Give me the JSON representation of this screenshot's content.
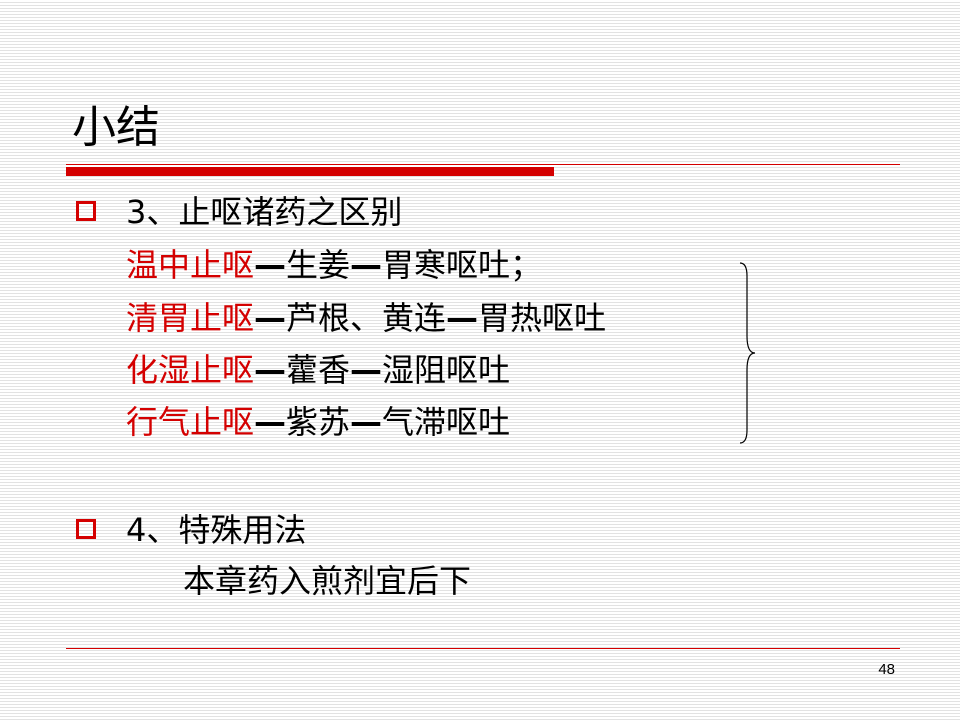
{
  "slide": {
    "title": "小结",
    "page_number": "48",
    "accent_color": "#d40000"
  },
  "sections": [
    {
      "heading": "3、止呕诸药之区别",
      "items": [
        {
          "category": "温中止呕",
          "dash1": "—",
          "herb": "生姜",
          "dash2": "—",
          "indication": "胃寒呕吐；"
        },
        {
          "category": "清胃止呕",
          "dash1": "—",
          "herb": "芦根、黄连",
          "dash2": "—",
          "indication": "胃热呕吐"
        },
        {
          "category": "化湿止呕",
          "dash1": "—",
          "herb": "藿香",
          "dash2": "—",
          "indication": "湿阻呕吐"
        },
        {
          "category": "行气止呕",
          "dash1": "—",
          "herb": "紫苏",
          "dash2": "—",
          "indication": "气滞呕吐"
        }
      ]
    },
    {
      "heading": "4、特殊用法",
      "note": "本章药入煎剂宜后下"
    }
  ]
}
